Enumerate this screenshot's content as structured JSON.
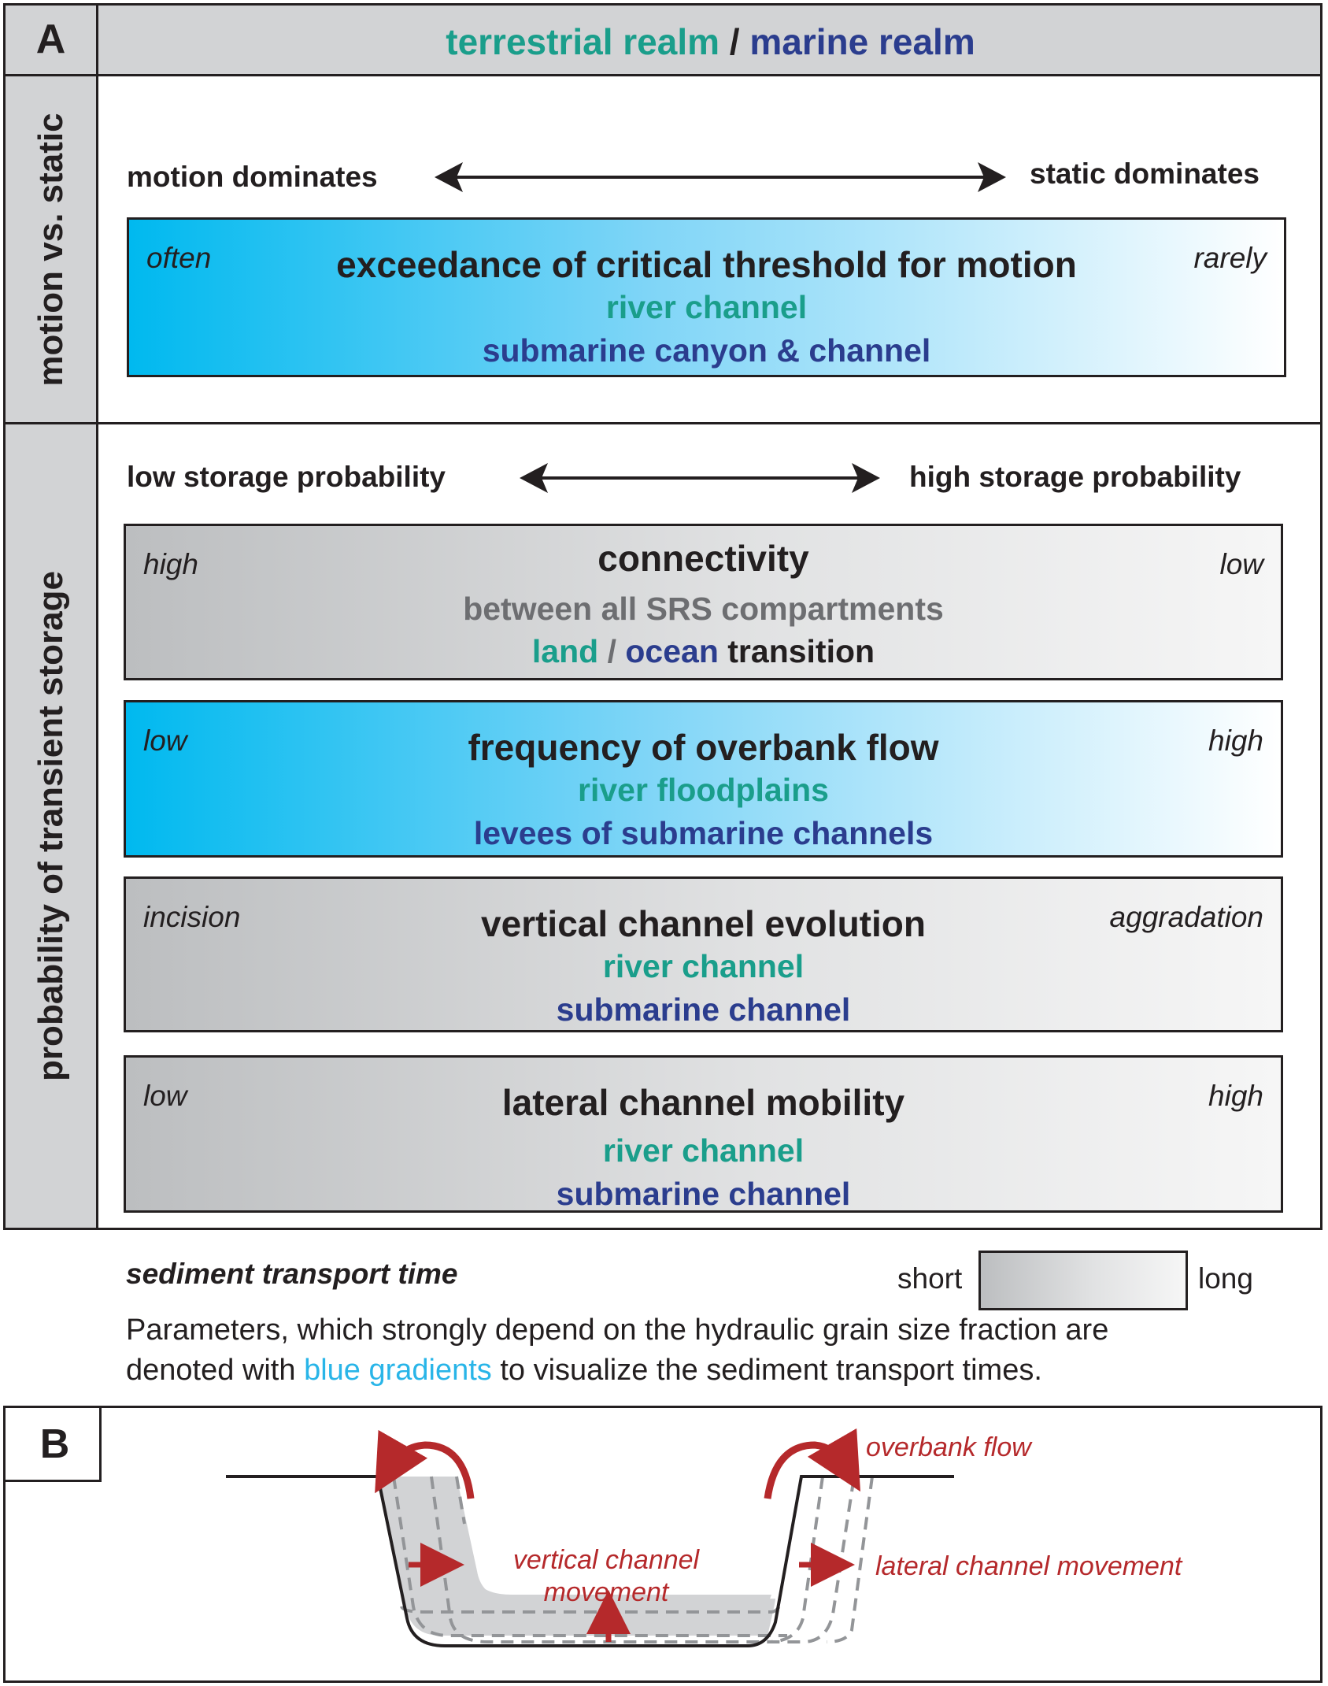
{
  "panel_a": {
    "letter": "A",
    "header": {
      "terrestrial": "terrestrial realm",
      "separator": " / ",
      "marine": "marine realm"
    },
    "section1": {
      "sidebar_label": "motion vs. static",
      "left_label": "motion dominates",
      "right_label": "static dominates",
      "box": {
        "left": "often",
        "right": "rarely",
        "title": "exceedance of critical threshold for motion",
        "line1": "river channel",
        "line2": "submarine canyon & channel"
      }
    },
    "section2": {
      "sidebar_label": "probability of transient storage",
      "left_label": "low storage probability",
      "right_label": "high storage probability",
      "boxes": [
        {
          "left": "high",
          "right": "low",
          "title": "connectivity",
          "line1": "between all SRS compartments",
          "line2_land": "land",
          "line2_sep": " / ",
          "line2_ocean": "ocean",
          "line2_rest": " transition"
        },
        {
          "left": "low",
          "right": "high",
          "title": "frequency of overbank flow",
          "line1": "river floodplains",
          "line2": "levees of submarine channels"
        },
        {
          "left": "incision",
          "right": "aggradation",
          "title": "vertical channel evolution",
          "line1": "river channel",
          "line2": "submarine channel"
        },
        {
          "left": "low",
          "right": "high",
          "title": "lateral channel mobility",
          "line1": "river channel",
          "line2": "submarine channel"
        }
      ]
    }
  },
  "legend": {
    "title": "sediment transport time",
    "short": "short",
    "long": "long",
    "para_part1": "Parameters, which strongly depend on the hydraulic grain size fraction are",
    "para_part2": "denoted with ",
    "para_highlight": "blue gradients",
    "para_part3": " to visualize the sediment transport times."
  },
  "panel_b": {
    "letter": "B",
    "overbank": "overbank flow",
    "vertical_line1": "vertical channel",
    "vertical_line2": "movement",
    "lateral": "lateral channel movement"
  },
  "colors": {
    "teal": "#1a9e8b",
    "navy": "#2b3d8e",
    "cyan": "#29b5e8",
    "red": "#b5292b",
    "gray_fill": "#d2d3d5",
    "outline": "#231f20"
  }
}
